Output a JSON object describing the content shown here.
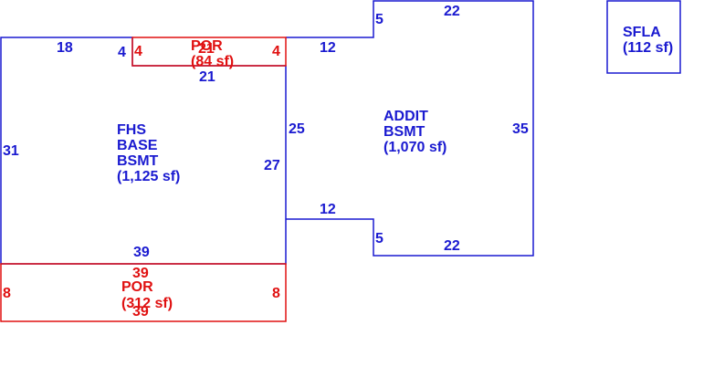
{
  "colors": {
    "main": "#1a1ad0",
    "porch": "#e01010",
    "background": "#ffffff"
  },
  "areas": {
    "fhs_base": {
      "line1": "FHS",
      "line2": "BASE",
      "line3": "BSMT",
      "area": "(1,125 sf)"
    },
    "addit_bsmt": {
      "line1": "ADDIT",
      "line2": "BSMT",
      "area": "(1,070 sf)"
    },
    "sfla": {
      "line1": "SFLA",
      "area": "(112 sf)"
    },
    "porch_top": {
      "label": "POR",
      "area": "(84 sf)",
      "overlap_label": "21"
    },
    "porch_bottom": {
      "label": "POR",
      "area": "(312 sf)"
    }
  },
  "dimensions": {
    "fhs_top_left": "18",
    "fhs_left": "31",
    "fhs_notch": "4",
    "fhs_top_inner": "21",
    "fhs_right_upper": "25",
    "fhs_right_lower": "27",
    "fhs_bottom": "39",
    "addit_top_join": "12",
    "addit_top_step": "5",
    "addit_top": "22",
    "addit_right": "35",
    "addit_bottom_join": "12",
    "addit_bottom_step": "5",
    "addit_bottom": "22",
    "porch_top_left": "4",
    "porch_top_right": "4",
    "porch_bottom_top": "39",
    "porch_bottom_bottom": "39",
    "porch_bottom_left": "8",
    "porch_bottom_right": "8"
  }
}
